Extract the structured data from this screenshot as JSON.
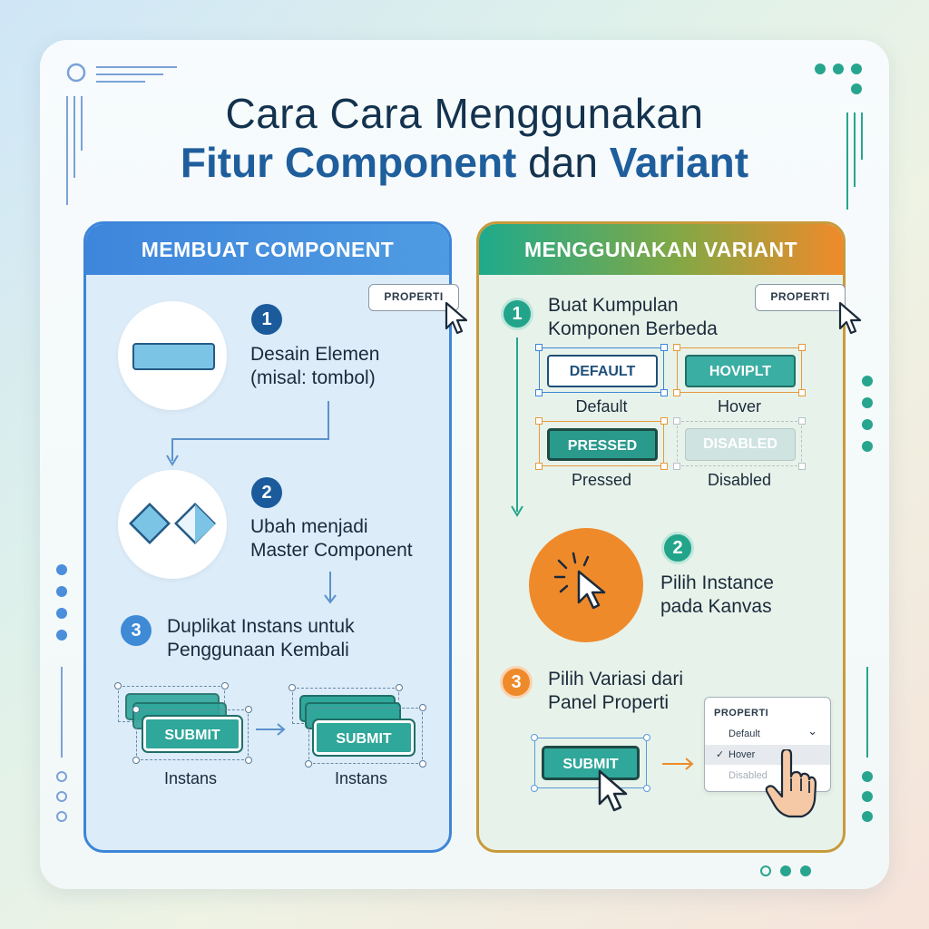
{
  "title": {
    "line1": "Cara Cara Menggunakan",
    "line2_bold1": "Fitur Component",
    "line2_mid": " dan ",
    "line2_bold2": "Variant"
  },
  "left_panel": {
    "header": "MEMBUAT COMPONENT",
    "prop_tag": "PROPERTI",
    "steps": [
      {
        "num": "1",
        "text": "Desain Elemen\n(misal: tombol)"
      },
      {
        "num": "2",
        "text": "Ubah menjadi\nMaster Component"
      },
      {
        "num": "3",
        "text": "Duplikat Instans untuk\nPenggunaan Kembali"
      }
    ],
    "instances": [
      {
        "button": "SUBMIT",
        "label": "Instans"
      },
      {
        "button": "SUBMIT",
        "label": "Instans"
      }
    ]
  },
  "right_panel": {
    "header": "MENGGUNAKAN VARIANT",
    "prop_tag": "PROPERTI",
    "steps": [
      {
        "num": "1",
        "text": "Buat Kumpulan\nKomponen Berbeda"
      },
      {
        "num": "2",
        "text": "Pilih Instance\npada Kanvas"
      },
      {
        "num": "3",
        "text": "Pilih Variasi dari\nPanel Properti"
      }
    ],
    "variants": [
      {
        "button": "DEFAULT",
        "label": "Default"
      },
      {
        "button": "HOVIPLT",
        "label": "Hover"
      },
      {
        "button": "PRESSED",
        "label": "Pressed"
      },
      {
        "button": "DISABLED",
        "label": "Disabled"
      }
    ],
    "submit_button": "SUBMIT",
    "dropdown": {
      "title": "PROPERTI",
      "options": [
        "Default",
        "Hover",
        "Disabled"
      ],
      "selected": "Hover",
      "check": "✓",
      "chevron": "⌄"
    }
  },
  "colors": {
    "navy": "#13324e",
    "blue": "#1f5e9c",
    "teal": "#22a48a",
    "orange": "#ef8a2b"
  }
}
